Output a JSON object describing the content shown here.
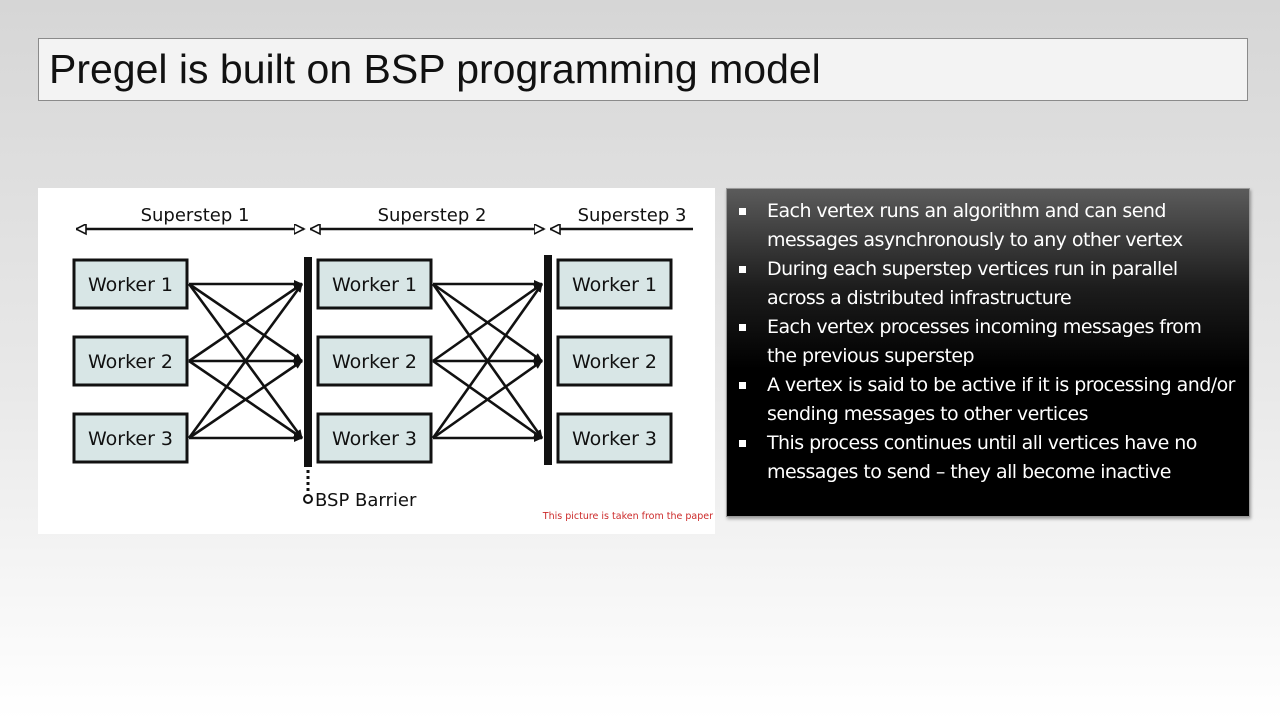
{
  "title": "Pregel is built on BSP programming model",
  "diagram": {
    "supersteps": [
      "Superstep 1",
      "Superstep 2",
      "Superstep 3"
    ],
    "columns": [
      [
        "Worker 1",
        "Worker 2",
        "Worker 3"
      ],
      [
        "Worker 1",
        "Worker 2",
        "Worker 3"
      ],
      [
        "Worker 1",
        "Worker 2",
        "Worker 3"
      ]
    ],
    "barrier_label": "BSP Barrier",
    "caption": "This picture is taken from the paper",
    "box_fill": "#d8e6e6"
  },
  "bullets": [
    "Each vertex runs an algorithm and can send messages asynchronously to any other vertex",
    "During each superstep vertices run in parallel across a distributed infrastructure",
    "Each vertex processes incoming messages from the previous superstep",
    "A vertex is said to be active if it is processing and/or sending messages to other vertices",
    "This process continues until all vertices have no messages to send – they all become inactive"
  ]
}
